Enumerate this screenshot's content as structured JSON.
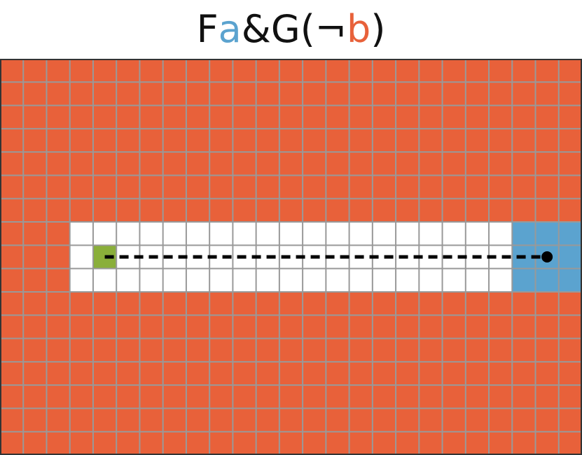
{
  "formula": {
    "segments": [
      {
        "text": "F",
        "color": "#111111"
      },
      {
        "text": "a",
        "color": "#5ba3cf"
      },
      {
        "text": "&G(¬",
        "color": "#111111"
      },
      {
        "text": "b",
        "color": "#e8613a"
      },
      {
        "text": ")",
        "color": "#111111"
      }
    ]
  },
  "grid": {
    "cols": 25,
    "rows": 17,
    "colors": {
      "hazard_b": "#e8613a",
      "goal_a": "#5ba3cf",
      "free": "#ffffff",
      "start": "#8aaf3a",
      "gridline": "#999999",
      "path": "#000000"
    },
    "regions": [
      {
        "kind": "free",
        "col_start": 3,
        "col_end": 21,
        "row_start": 7,
        "row_end": 9
      },
      {
        "kind": "goal_a",
        "col_start": 22,
        "col_end": 24,
        "row_start": 7,
        "row_end": 9
      }
    ],
    "start_cell": {
      "col": 4,
      "row": 8
    },
    "path": {
      "style": "dashed",
      "from": {
        "col": 4,
        "row": 8
      },
      "to": {
        "col": 23,
        "row": 8
      },
      "end_marker": "dot"
    }
  }
}
